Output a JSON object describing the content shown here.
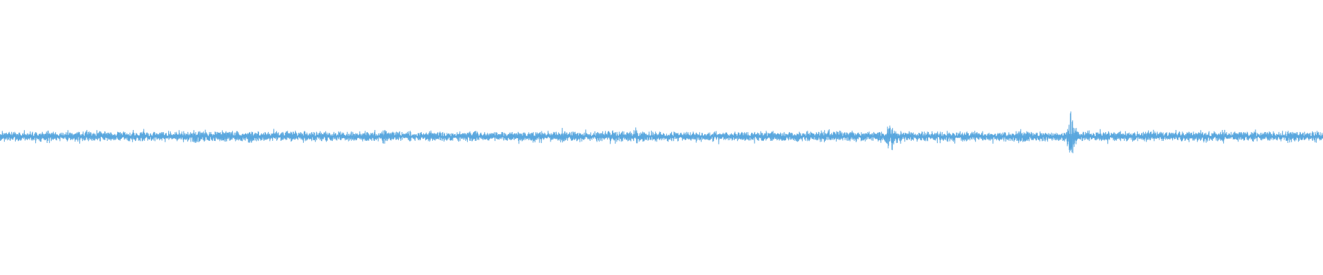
{
  "waveform": {
    "color": "#5aa7de",
    "background": "#ffffff",
    "baseline_amplitude": 0.012,
    "noise_amplitude": 0.018,
    "bursts": [
      {
        "position": 0.0,
        "amplitude": 0.035,
        "width": 0.002
      },
      {
        "position": 0.036,
        "amplitude": 0.03,
        "width": 0.002
      },
      {
        "position": 0.148,
        "amplitude": 0.028,
        "width": 0.003
      },
      {
        "position": 0.189,
        "amplitude": 0.03,
        "width": 0.003
      },
      {
        "position": 0.222,
        "amplitude": 0.032,
        "width": 0.002
      },
      {
        "position": 0.29,
        "amplitude": 0.034,
        "width": 0.002
      },
      {
        "position": 0.425,
        "amplitude": 0.04,
        "width": 0.002
      },
      {
        "position": 0.481,
        "amplitude": 0.048,
        "width": 0.002
      },
      {
        "position": 0.622,
        "amplitude": 0.035,
        "width": 0.002
      },
      {
        "position": 0.673,
        "amplitude": 0.058,
        "width": 0.003
      },
      {
        "position": 0.772,
        "amplitude": 0.03,
        "width": 0.004
      },
      {
        "position": 0.81,
        "amplitude": 0.11,
        "width": 0.0025
      },
      {
        "position": 0.925,
        "amplitude": 0.03,
        "width": 0.002
      },
      {
        "position": 0.975,
        "amplitude": 0.038,
        "width": 0.002
      },
      {
        "position": 0.995,
        "amplitude": 0.032,
        "width": 0.002
      }
    ]
  }
}
